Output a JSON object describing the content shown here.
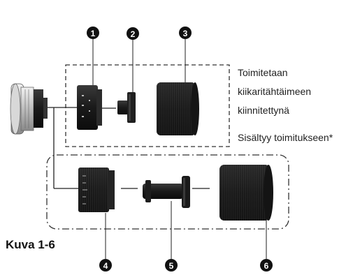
{
  "caption": "Kuva 1-6",
  "callouts": [
    "1",
    "2",
    "3",
    "4",
    "5",
    "6"
  ],
  "notes": {
    "attached_line1": "Toimitetaan",
    "attached_line2": "kiikaritähtäimeen",
    "attached_line3": "kiinnitettynä",
    "included": "Sisältyy toimitukseen*"
  },
  "colors": {
    "callout_fill": "#111111",
    "callout_text": "#ffffff",
    "dash_line": "#333333",
    "part_dark": "#1c1c1c"
  }
}
